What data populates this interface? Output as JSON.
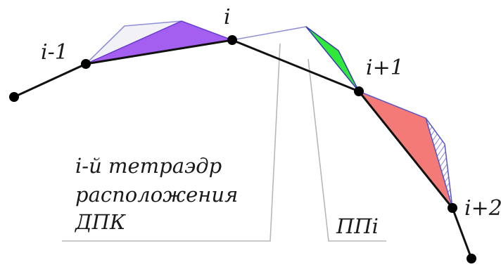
{
  "labels": {
    "node_prev": "i-1",
    "node_current": "i",
    "node_next": "i+1",
    "node_next2": "i+2",
    "caption_line1": "i-й тетраэдр",
    "caption_line2": "расположения",
    "caption_line3": "ДПК",
    "pp_label": "ППi"
  },
  "colors": {
    "polyline": "#111111",
    "node": "#000000",
    "purple_fill": "#a45ef0",
    "purple_stroke": "#6a3fd0",
    "ghost_stroke": "#8f8fd8",
    "green_fill": "#2fe83a",
    "green_stroke": "#3a3ab0",
    "red_fill": "#f47a78",
    "red_stroke": "#5b56c8",
    "hatch": "#6767c8",
    "leader_line": "#b8b8b8"
  }
}
